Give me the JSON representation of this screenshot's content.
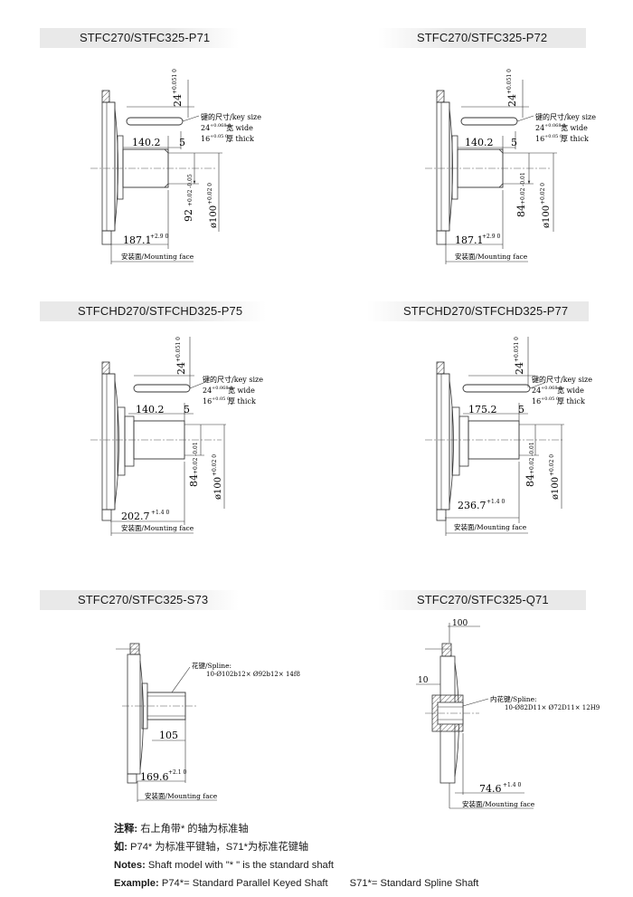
{
  "panels": [
    {
      "title": "STFC270/STFC325-P71",
      "dims": {
        "top": "24",
        "top_tol": "+0.051 0",
        "len_a": "140.2",
        "small": "5",
        "len_b": "187.1",
        "len_b_tol": "+2.9 0",
        "d1": "92",
        "d1_tol": "+0.02 -0.05",
        "d2": "ø100",
        "d2_tol": "+0.02 0"
      },
      "key": {
        "label": "键的尺寸/key size",
        "wide_val": "24",
        "wide_tol": "+0.068 0",
        "wide": "宽 wide",
        "thick_val": "16",
        "thick_tol": "+0.05 0",
        "thick": "厚 thick"
      },
      "mount": "安装面/Mounting face"
    },
    {
      "title": "STFC270/STFC325-P72",
      "dims": {
        "top": "24",
        "top_tol": "+0.051 0",
        "len_a": "140.2",
        "small": "5",
        "len_b": "187.1",
        "len_b_tol": "+2.9 0",
        "d1": "84",
        "d1_tol": "+0.02 -0.01",
        "d2": "ø100",
        "d2_tol": "+0.02 0"
      },
      "key": {
        "label": "键的尺寸/key size",
        "wide_val": "24",
        "wide_tol": "+0.068 0",
        "wide": "宽 wide",
        "thick_val": "16",
        "thick_tol": "+0.05 0",
        "thick": "厚 thick"
      },
      "mount": "安装面/Mounting face"
    },
    {
      "title": "STFCHD270/STFCHD325-P75",
      "dims": {
        "top": "24",
        "top_tol": "+0.051 0",
        "len_a": "140.2",
        "small": "5",
        "len_b": "202.7",
        "len_b_tol": "+1.4 0",
        "d1": "84",
        "d1_tol": "+0.02 -0.01",
        "d2": "ø100",
        "d2_tol": "+0.02 0"
      },
      "key": {
        "label": "键的尺寸/key size",
        "wide_val": "24",
        "wide_tol": "+0.068 0",
        "wide": "宽 wide",
        "thick_val": "16",
        "thick_tol": "+0.05 0",
        "thick": "厚 thick"
      },
      "mount": "安装面/Mounting face"
    },
    {
      "title": "STFCHD270/STFCHD325-P77",
      "dims": {
        "top": "24",
        "top_tol": "+0.051 0",
        "len_a": "175.2",
        "small": "5",
        "len_b": "236.7",
        "len_b_tol": "+1.4 0",
        "d1": "84",
        "d1_tol": "+0.02 -0.01",
        "d2": "ø100",
        "d2_tol": "+0.02 0"
      },
      "key": {
        "label": "键的尺寸/key size",
        "wide_val": "24",
        "wide_tol": "+0.068 0",
        "wide": "宽 wide",
        "thick_val": "16",
        "thick_tol": "+0.05 0",
        "thick": "厚 thick"
      },
      "mount": "安装面/Mounting face"
    },
    {
      "title": "STFC270/STFC325-S73",
      "dims": {
        "len_a": "105",
        "len_b": "169.6",
        "len_b_tol": "+2.1 0"
      },
      "spline": {
        "label": "花键/Spline:",
        "spec": "10-Ø102b12× Ø92b12× 14f8"
      },
      "mount": "安装面/Mounting face"
    },
    {
      "title": "STFC270/STFC325-Q71",
      "dims": {
        "top": "100",
        "side": "10",
        "len_b": "74.6",
        "len_b_tol": "+1.4 0"
      },
      "spline": {
        "label": "内花键/Spline:",
        "spec": "10-Ø82D11× Ø72D11× 12H9"
      },
      "mount": "安装面/Mounting face"
    }
  ],
  "notes": {
    "cn1_label": "注释:",
    "cn1_text": " 右上角带* 的轴为标准轴",
    "cn2_label": "如:",
    "cn2_text": " P74*  为标准平键轴，S71*为标准花键轴",
    "en1_label": "Notes:",
    "en1_text": " Shaft model with \"* \" is the standard shaft",
    "en2_label": "Example:",
    "en2_text": " P74*= Standard Parallel Keyed Shaft",
    "en2_extra": "S71*= Standard Spline Shaft"
  }
}
